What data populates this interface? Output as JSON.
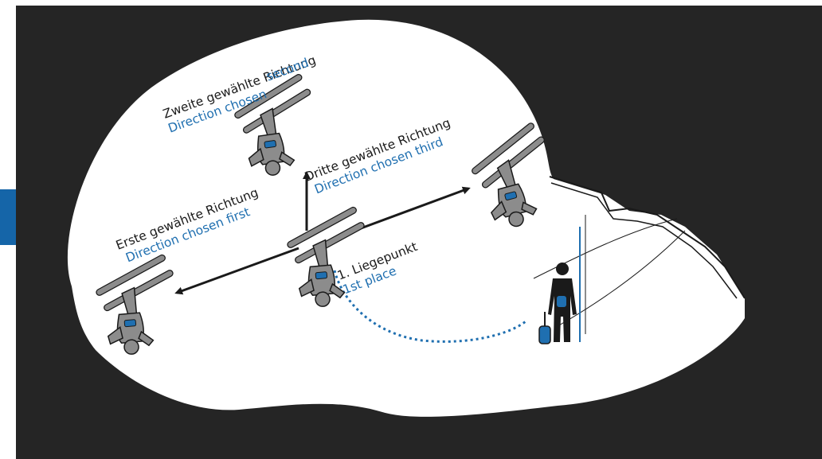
{
  "labels": {
    "first_de": "Erste gewählte Richtung",
    "first_en": "Direction chosen first",
    "second_de": "Zweite gewählte Richtung",
    "second_en_a": "Direction chosen",
    "second_en_b": "second",
    "third_de": "Dritte gewählte Richtung",
    "third_en": "Direction chosen third",
    "place_de": "1. Liegepunkt",
    "place_en": "1st place"
  },
  "colors": {
    "background": "#252525",
    "snow": "#ffffff",
    "text_dark": "#1a1a1a",
    "text_blue": "#1f6fb0",
    "figure": "#8c8c8c",
    "figure_outline": "#1a1a1a",
    "harness": "#1f6fb0",
    "edge_tab": "#1565a8"
  },
  "icons": {
    "victims": "skier-figure-icon",
    "rescuer": "rescuer-silhouette-icon",
    "backpack": "backpack-icon",
    "probe": "avalanche-probe-icon"
  }
}
